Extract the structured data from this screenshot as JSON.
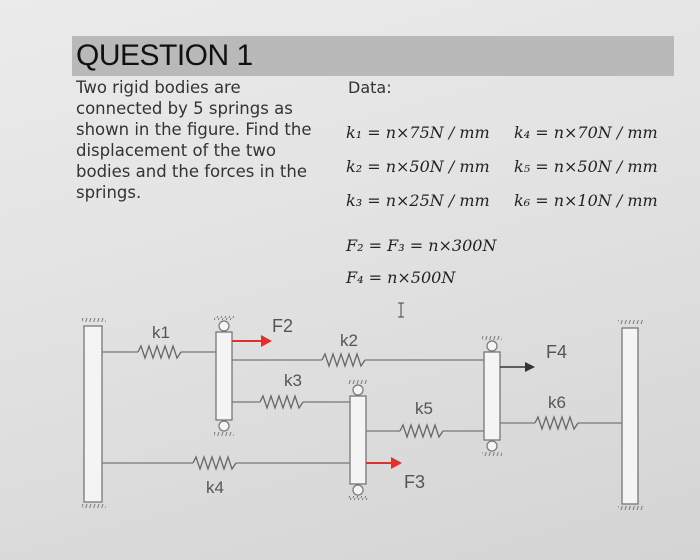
{
  "question": {
    "title": "QUESTION 1",
    "lines": [
      "Two rigid bodies are",
      "connected by 5 springs as",
      "shown in the figure. Find the",
      "displacement of the two",
      "bodies and the forces in the",
      "springs."
    ]
  },
  "data": {
    "label": "Data:",
    "k1": "k₁ = n×75N / mm",
    "k2": "k₂ = n×50N / mm",
    "k3": "k₃ = n×25N / mm",
    "k4": "k₄ = n×70N / mm",
    "k5": "k₅ = n×50N / mm",
    "k6": "k₆ = n×10N / mm",
    "f23": "F₂ = F₃ = n×300N",
    "f4": "F₄ = n×500N"
  },
  "figure": {
    "labels": {
      "k1": "k1",
      "k2": "k2",
      "k3": "k3",
      "k4": "k4",
      "k5": "k5",
      "k6": "k6",
      "F2": "F2",
      "F3": "F3",
      "F4": "F4"
    },
    "colors": {
      "arrow_red": "#e0302c",
      "line": "#777777",
      "spring": "#666666"
    }
  }
}
